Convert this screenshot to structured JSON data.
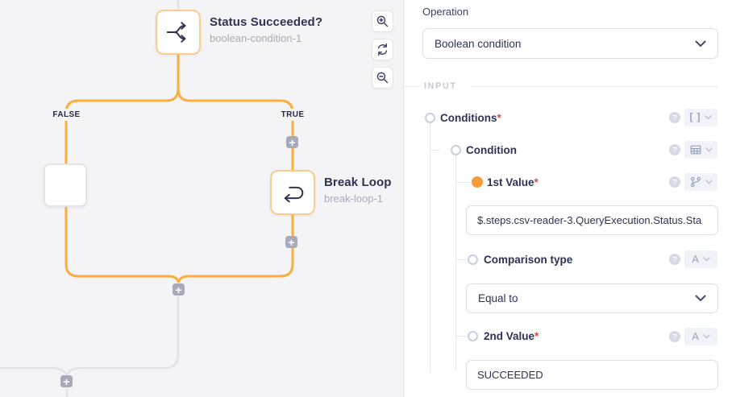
{
  "canvas": {
    "nodes": [
      {
        "title": "Status Succeeded?",
        "subtitle": "boolean-condition-1",
        "icon": "split-arrows-icon"
      },
      {
        "title": "Break Loop",
        "subtitle": "break-loop-1",
        "icon": "return-arrow-icon"
      }
    ],
    "labels": {
      "false_branch": "FALSE",
      "true_branch": "TRUE"
    },
    "plus": "+",
    "colors": {
      "active_line": "#fbae3e",
      "inactive_line": "#e2e2e8",
      "node_border": "#f8cd8e"
    }
  },
  "toolbar": {
    "icons": [
      "zoom-in-icon",
      "refresh-icon",
      "zoom-out-icon"
    ]
  },
  "panel": {
    "operation": {
      "label": "Operation",
      "value": "Boolean condition"
    },
    "section": {
      "input": "INPUT"
    },
    "required_marker": "*",
    "help_marker": "?",
    "rows": {
      "conditions": {
        "label": "Conditions",
        "badge": "[ ]",
        "type_icon": "array-type-icon"
      },
      "condition": {
        "label": "Condition",
        "type_icon": "table-type-icon"
      },
      "first_value": {
        "label": "1st Value",
        "value": "$.steps.csv-reader-3.QueryExecution.Status.Sta",
        "type_icon": "branch-type-icon"
      },
      "comparison": {
        "label": "Comparison type",
        "value": "Equal to",
        "badge": "A",
        "type_icon": "text-type-icon"
      },
      "second_value": {
        "label": "2nd Value",
        "value": "SUCCEEDED",
        "badge": "A",
        "type_icon": "text-type-icon"
      }
    }
  }
}
